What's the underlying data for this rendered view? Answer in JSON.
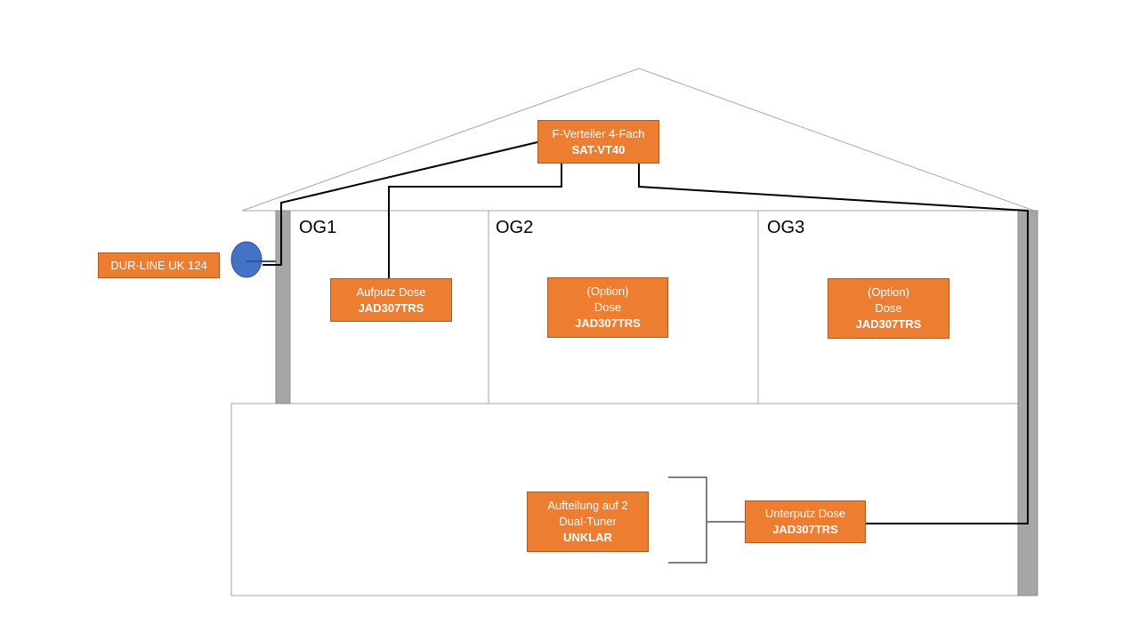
{
  "rooms": {
    "og1": "OG1",
    "og2": "OG2",
    "og3": "OG3"
  },
  "components": {
    "distributor": {
      "line1": "F-Verteiler 4-Fach",
      "model": "SAT-VT40"
    },
    "antenna": {
      "label": "DUR-LINE UK 124"
    },
    "og1_socket": {
      "line1": "Aufputz Dose",
      "model": "JAD307TRS"
    },
    "og2_socket": {
      "line1": "(Option)",
      "line2": "Dose",
      "model": "JAD307TRS"
    },
    "og3_socket": {
      "line1": "(Option)",
      "line2": "Dose",
      "model": "JAD307TRS"
    },
    "splitter": {
      "line1": "Aufteilung auf 2",
      "line2": "Dual-Tuner",
      "model": "UNKLAR"
    },
    "flush_socket": {
      "line1": "Unterputz Dose",
      "model": "JAD307TRS"
    }
  },
  "colors": {
    "box_fill": "#ED7D31",
    "box_border": "#AE5A21",
    "dish": "#4472C4",
    "wall": "#A6A6A6",
    "outline": "#A6A6A6",
    "cable": "#000000"
  }
}
